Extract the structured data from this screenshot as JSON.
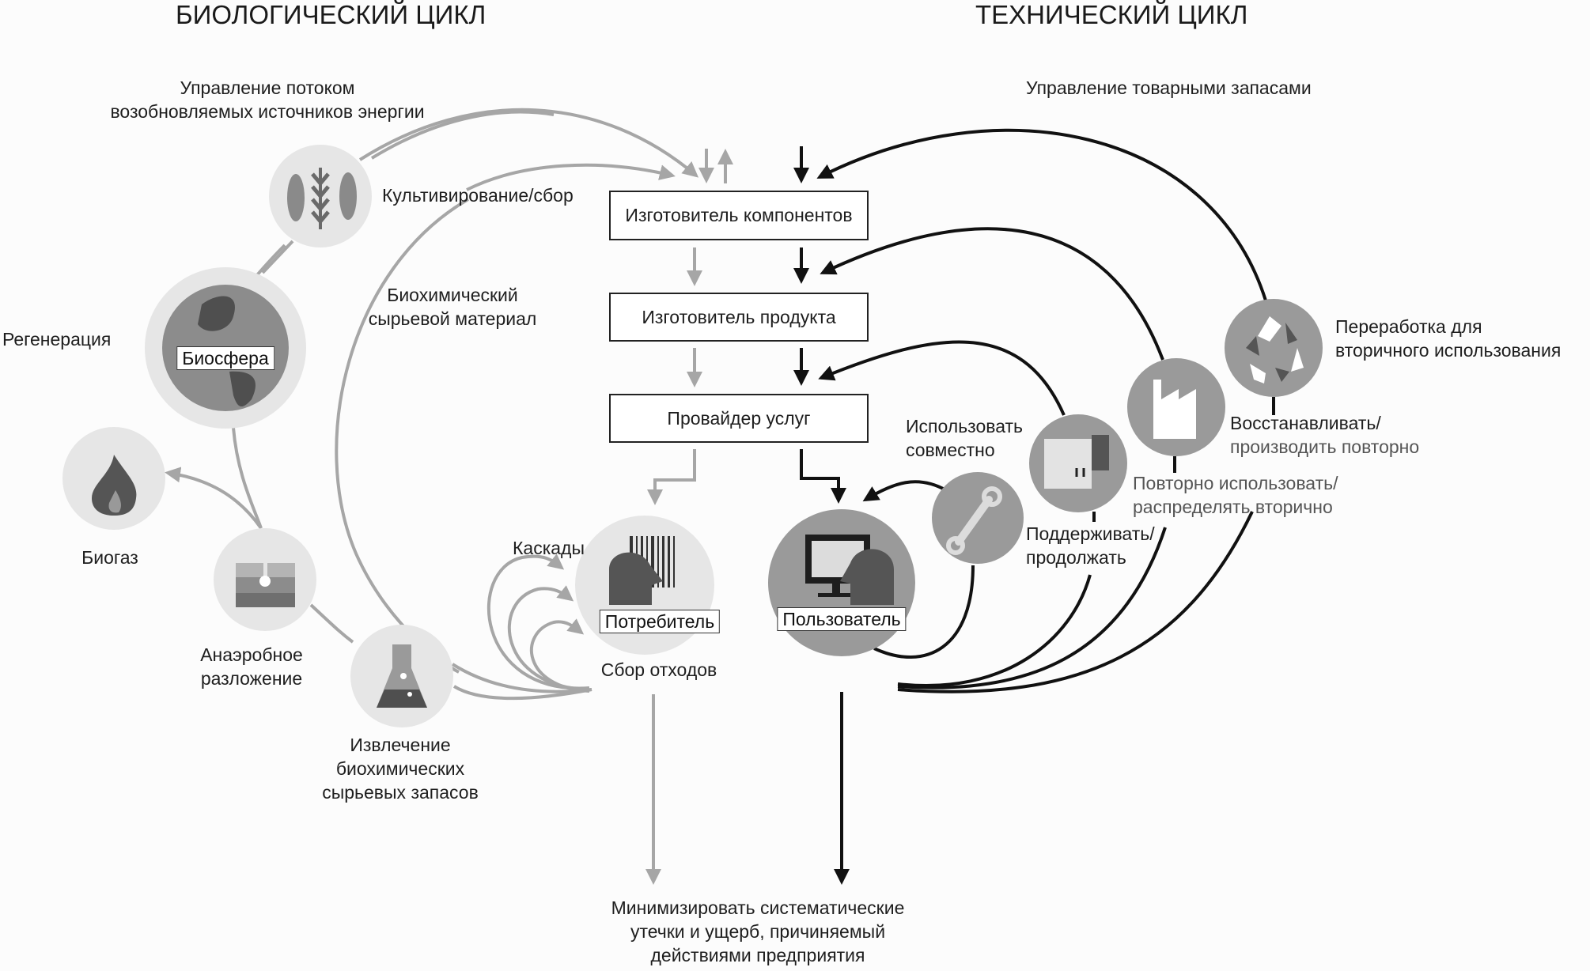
{
  "titles": {
    "biological": "БИОЛОГИЧЕСКИЙ ЦИКЛ",
    "technical": "ТЕХНИЧЕСКИЙ ЦИКЛ"
  },
  "biological": {
    "flow_management": [
      "Управление потоком",
      "возобновляемых источников энергии"
    ],
    "cultivation": "Культивирование/сбор",
    "biochemical_feedstock": [
      "Биохимический",
      "сырьевой материал"
    ],
    "regeneration": "Регенерация",
    "biosphere": "Биосфера",
    "biogas": "Биогаз",
    "anaerobic": [
      "Анаэробное",
      "разложение"
    ],
    "extraction": [
      "Извлечение",
      "биохимических",
      "сырьевых запасов"
    ],
    "cascades": "Каскады",
    "consumer": "Потребитель",
    "waste_collection": "Сбор отходов"
  },
  "chain": {
    "components": "Изготовитель компонентов",
    "product": "Изготовитель продукта",
    "service": "Провайдер услуг"
  },
  "technical": {
    "stock_management": "Управление товарными запасами",
    "recycle": [
      "Переработка для",
      "вторичного использования"
    ],
    "refurbish": [
      "Восстанавливать/",
      "производить повторно"
    ],
    "reuse": [
      "Повторно использовать/",
      "распределять вторично"
    ],
    "share": [
      "Использовать",
      "совместно"
    ],
    "maintain": [
      "Поддерживать/",
      "продолжать"
    ],
    "user": "Пользователь"
  },
  "footer": [
    "Минимизировать систематические",
    "утечки и ущерб, причиняемый",
    "действиями предприятия"
  ],
  "colors": {
    "bio_flow": "#a6a6a6",
    "tech_flow": "#111111",
    "bio_node": "#e6e6e6",
    "tech_node": "#9a9a9a"
  }
}
